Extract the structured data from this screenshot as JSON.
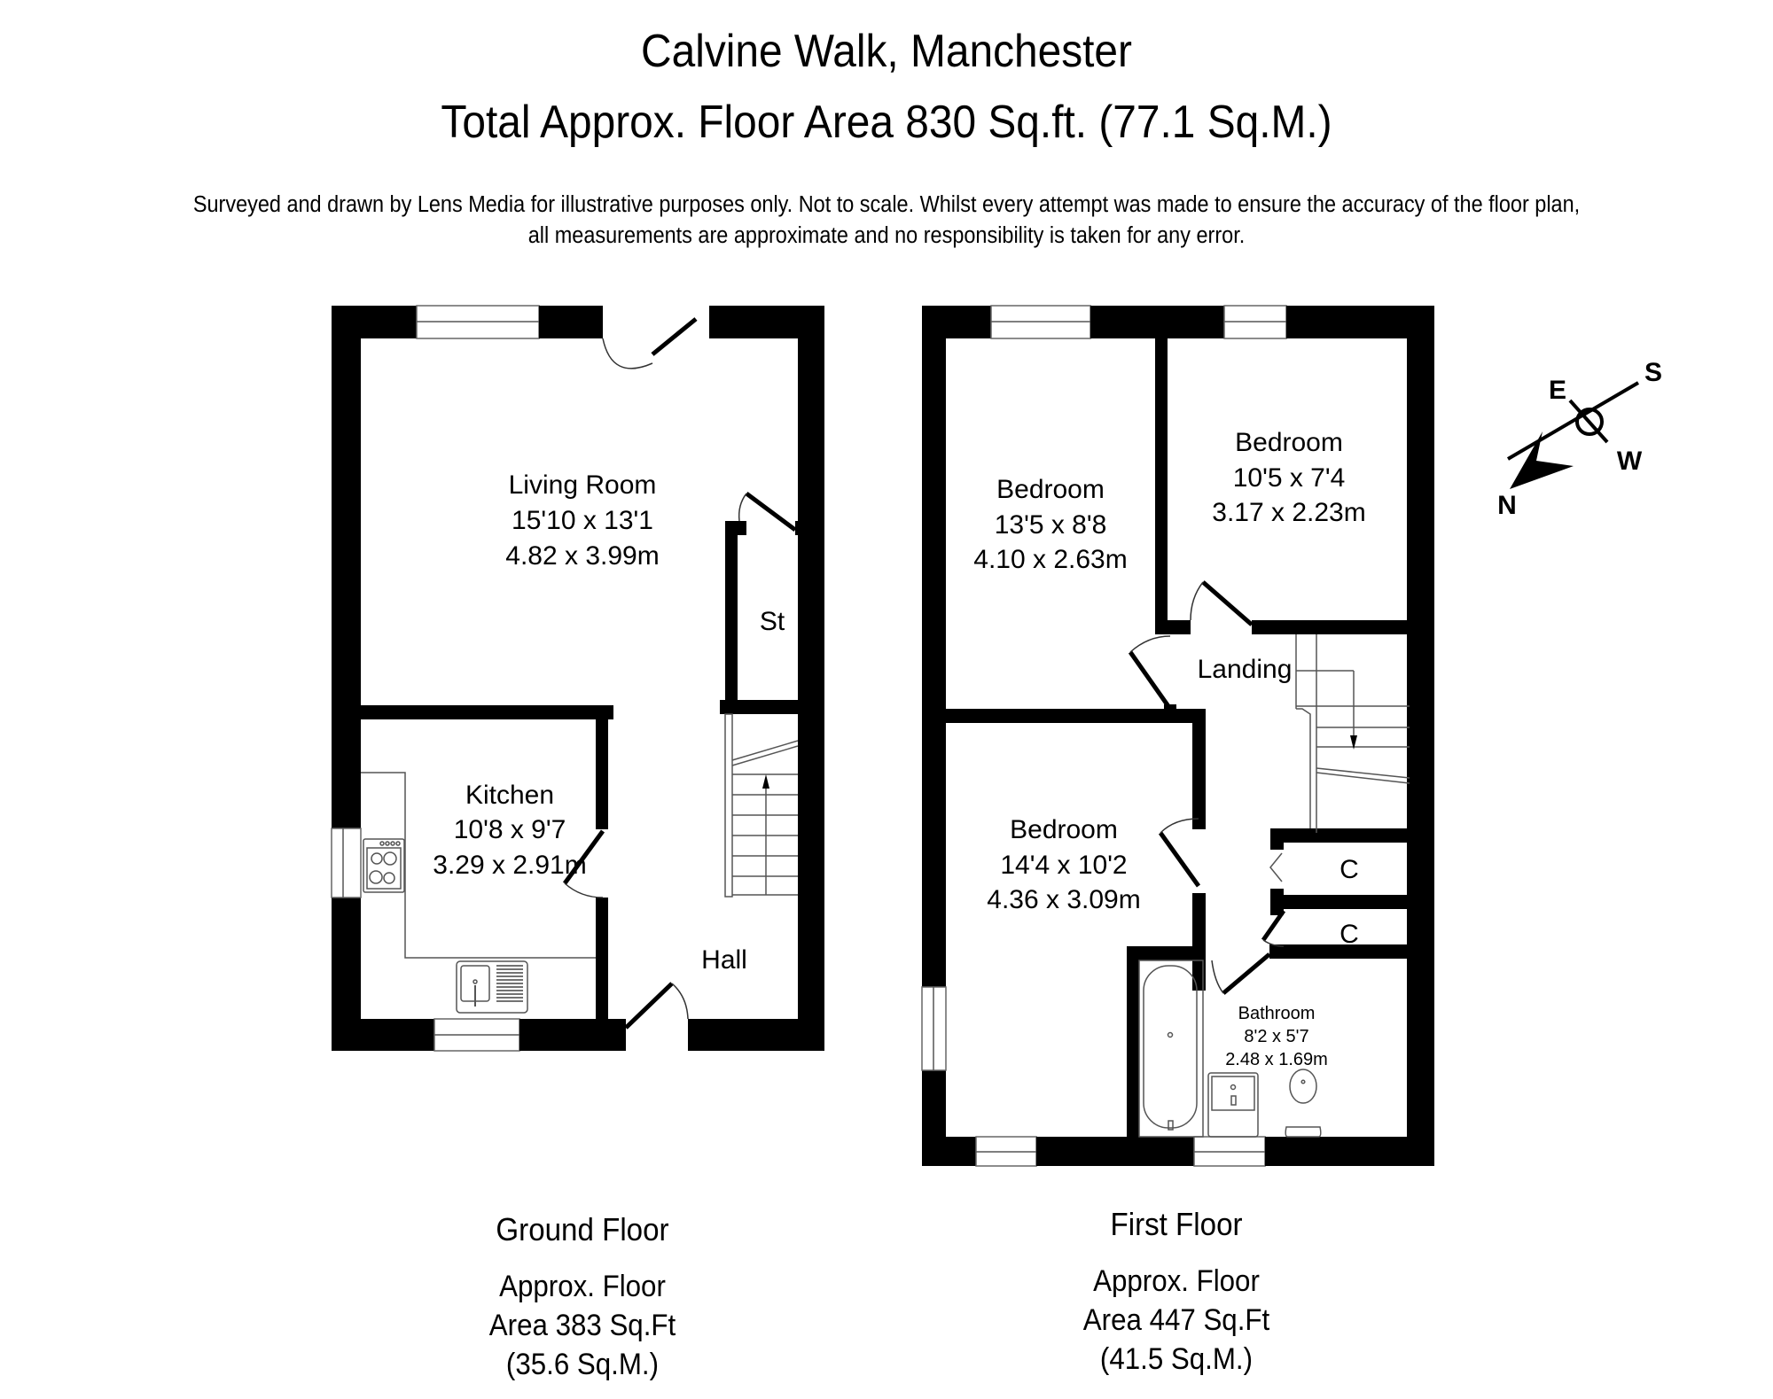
{
  "header": {
    "title": "Calvine Walk, Manchester",
    "total_area": "Total Approx. Floor Area 830 Sq.ft. (77.1 Sq.M.)",
    "disclaimer_line1": "Surveyed and drawn by Lens Media for illustrative purposes only. Not to scale. Whilst every attempt was made to ensure the accuracy of the floor plan,",
    "disclaimer_line2": "all measurements are approximate and no responsibility is taken for any error."
  },
  "ground_floor": {
    "name": "Ground Floor",
    "area_line1": "Approx. Floor",
    "area_line2": "Area 383 Sq.Ft",
    "area_line3": "(35.6 Sq.M.)",
    "rooms": [
      {
        "name": "Living Room",
        "imperial": "15'10 x 13'1",
        "metric": "4.82 x 3.99m"
      },
      {
        "name": "Kitchen",
        "imperial": "10'8 x 9'7",
        "metric": "3.29 x 2.91m"
      },
      {
        "name": "St"
      },
      {
        "name": "Hall"
      }
    ]
  },
  "first_floor": {
    "name": "First Floor",
    "area_line1": "Approx. Floor",
    "area_line2": "Area 447 Sq.Ft",
    "area_line3": "(41.5 Sq.M.)",
    "rooms": [
      {
        "name": "Bedroom",
        "imperial": "13'5 x 8'8",
        "metric": "4.10 x 2.63m"
      },
      {
        "name": "Bedroom",
        "imperial": "10'5 x 7'4",
        "metric": "3.17 x 2.23m"
      },
      {
        "name": "Landing"
      },
      {
        "name": "Bedroom",
        "imperial": "14'4 x 10'2",
        "metric": "4.36 x 3.09m"
      },
      {
        "name": "C"
      },
      {
        "name": "C"
      },
      {
        "name": "Bathroom",
        "imperial": "8'2 x 5'7",
        "metric": "2.48 x 1.69m"
      }
    ]
  },
  "compass": {
    "labels": {
      "north": "N",
      "south": "S",
      "east": "E",
      "west": "W"
    }
  },
  "colors": {
    "wall": "#000000",
    "background": "#ffffff",
    "fixture_line": "#444444"
  }
}
